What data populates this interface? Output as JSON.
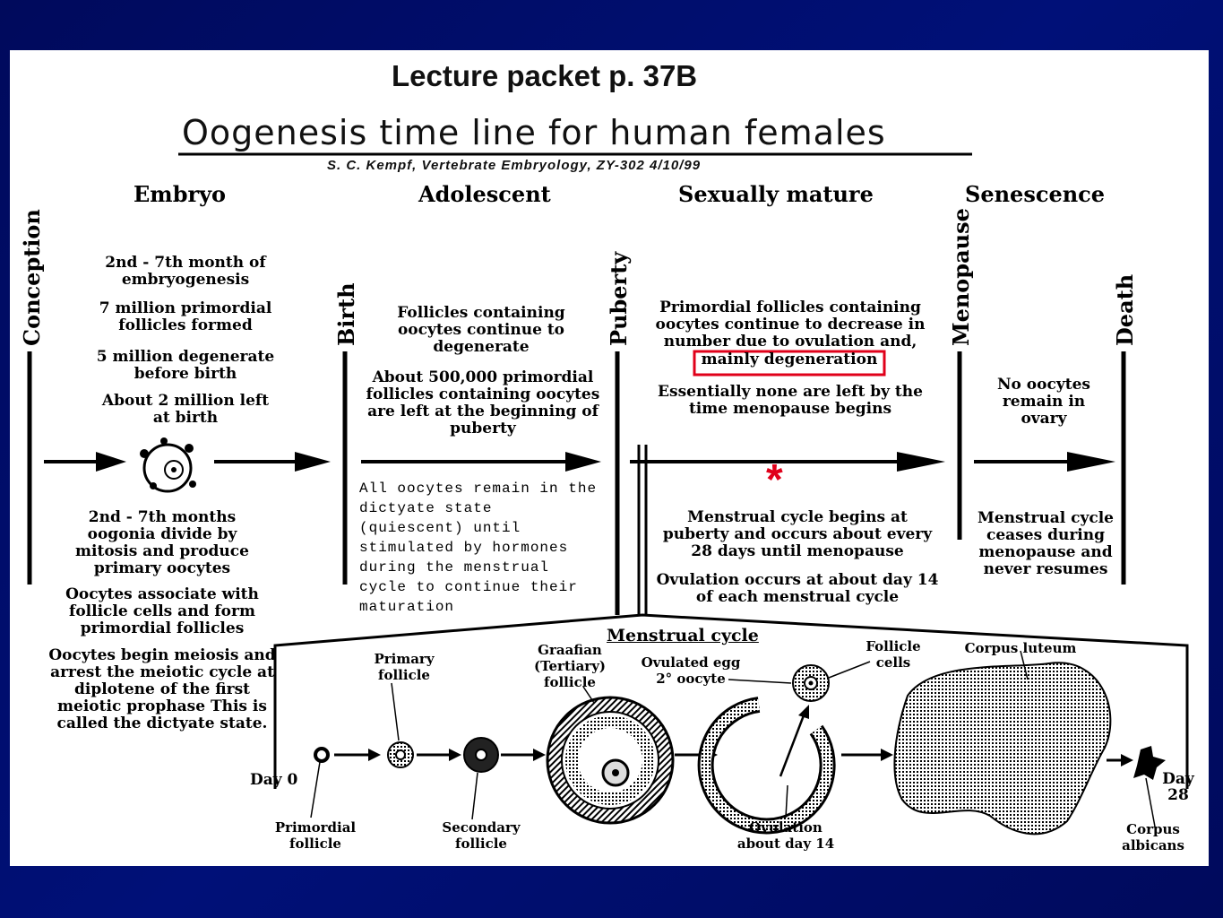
{
  "header": {
    "packet_label": "Lecture packet p. 37B",
    "title": "Oogenesis time line for human females",
    "credit": "S. C. Kempf, Vertebrate Embryology, ZY-302 4/10/99"
  },
  "stages": {
    "embryo": "Embryo",
    "adolescent": "Adolescent",
    "sexually_mature": "Sexually mature",
    "senescence": "Senescence"
  },
  "milestones": {
    "conception": "Conception",
    "birth": "Birth",
    "puberty": "Puberty",
    "menopause": "Menopause",
    "death": "Death"
  },
  "embryo_text": {
    "line1": "2nd - 7th month of embryogenesis",
    "line2": "7 million primordial follicles formed",
    "line3": "5 million degenerate before birth",
    "line4": "About 2 million left at birth",
    "lower1": "2nd - 7th months oogonia divide by mitosis and produce primary oocytes",
    "lower2": "Oocytes associate with follicle cells and form primordial follicles",
    "lower3": "Oocytes begin meiosis and arrest the meiotic cycle at diplotene of the first meiotic prophase This is called the dictyate state."
  },
  "adolescent_text": {
    "line1": "Follicles containing oocytes continue to degenerate",
    "line2": "About 500,000 primordial follicles containing oocytes are left at the beginning of puberty",
    "note": "All oocytes remain in the dictyate state (quiescent) until stimulated by hormones during the menstrual cycle to continue their maturation"
  },
  "mature_text": {
    "line1_a": "Primordial follicles containing oocytes continue to decrease in number due to ovulation and,",
    "highlight": "mainly degeneration",
    "line2": "Essentially none are left by the time menopause begins",
    "asterisk": "*",
    "lower1": "Menstrual cycle begins at puberty and occurs about every 28 days until menopause",
    "lower2": "Ovulation occurs at about day 14 of each menstrual cycle"
  },
  "senescence_text": {
    "line1": "No oocytes remain in ovary",
    "lower1": "Menstrual cycle ceases during menopause and never resumes"
  },
  "cycle": {
    "title": "Menstrual cycle",
    "day0": "Day 0",
    "day28_a": "Day",
    "day28_b": "28",
    "primordial": "Primordial follicle",
    "primary": "Primary follicle",
    "secondary": "Secondary follicle",
    "graafian_a": "Graafian",
    "graafian_b": "(Tertiary)",
    "graafian_c": "follicle",
    "ovulated_a": "Ovulated egg",
    "ovulated_b": "2° oocyte",
    "follicle_cells": "Follicle cells",
    "ovulation": "Ovulation about day 14",
    "corpus_luteum": "Corpus luteum",
    "corpus_albicans": "Corpus albicans"
  },
  "colors": {
    "slide_bg": "#000c66",
    "highlight_box": "#e0001a",
    "asterisk": "#e0001a"
  }
}
